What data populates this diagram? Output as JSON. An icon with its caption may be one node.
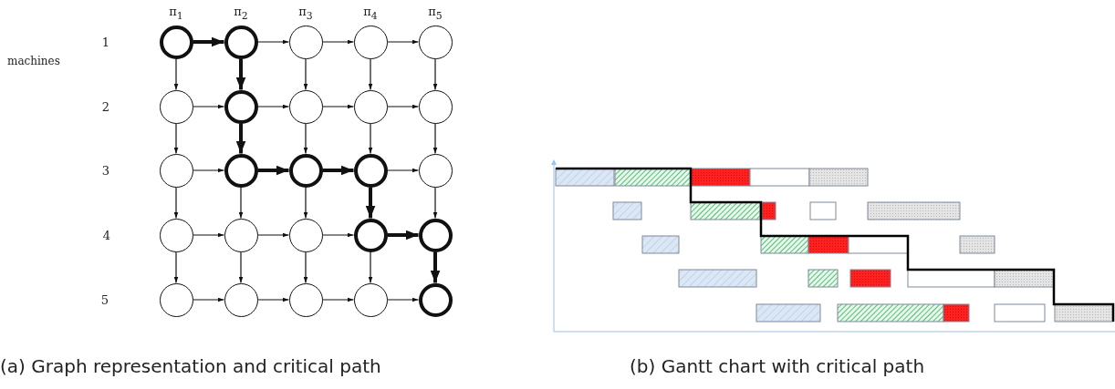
{
  "diagram": {
    "nodes": [
      {
        "text": [],
        "shape": "circle"
      },
      {
        "text": [],
        "shape": "circle"
      },
      {
        "text": [],
        "shape": "circle"
      },
      {
        "text": [],
        "shape": "circle"
      },
      {
        "text": [],
        "shape": "circle"
      },
      {
        "text": [],
        "shape": "circle"
      },
      {
        "text": [],
        "shape": "circle"
      },
      {
        "text": [],
        "shape": "circle"
      },
      {
        "text": [],
        "shape": "circle"
      },
      {
        "text": [],
        "shape": "circle"
      },
      {
        "text": [],
        "shape": "circle"
      },
      {
        "text": [],
        "shape": "circle"
      },
      {
        "text": [],
        "shape": "circle"
      },
      {
        "text": [],
        "shape": "circle"
      },
      {
        "text": [],
        "shape": "circle"
      },
      {
        "text": [],
        "shape": "circle"
      },
      {
        "text": [],
        "shape": "circle"
      },
      {
        "text": [],
        "shape": "circle"
      },
      {
        "text": [],
        "shape": "circle"
      },
      {
        "text": [],
        "shape": "circle"
      },
      {
        "text": [],
        "shape": "circle"
      },
      {
        "text": [],
        "shape": "circle"
      },
      {
        "text": [],
        "shape": "circle"
      },
      {
        "text": [],
        "shape": "circle"
      },
      {
        "text": [],
        "shape": "circle"
      }
    ],
    "edges": [
      {
        "from": 0,
        "to": 1,
        "arrow": "to",
        "style": "thick"
      },
      {
        "from": 0,
        "to": 5,
        "arrow": "to"
      },
      {
        "from": 1,
        "to": 2,
        "arrow": "to"
      },
      {
        "from": 1,
        "to": 6,
        "arrow": "to",
        "style": "thick"
      },
      {
        "from": 2,
        "to": 3,
        "arrow": "to"
      },
      {
        "from": 2,
        "to": 7,
        "arrow": "to"
      },
      {
        "from": 3,
        "to": 4,
        "arrow": "to"
      },
      {
        "from": 3,
        "to": 8,
        "arrow": "to"
      },
      {
        "from": 4,
        "to": 9,
        "arrow": "to"
      },
      {
        "from": 5,
        "to": 6,
        "arrow": "to"
      },
      {
        "from": 5,
        "to": 10,
        "arrow": "to"
      },
      {
        "from": 6,
        "to": 7,
        "arrow": "to"
      },
      {
        "from": 6,
        "to": 11,
        "arrow": "to",
        "style": "thick"
      },
      {
        "from": 7,
        "to": 8,
        "arrow": "to"
      },
      {
        "from": 7,
        "to": 12,
        "arrow": "to"
      },
      {
        "from": 8,
        "to": 9,
        "arrow": "to"
      },
      {
        "from": 8,
        "to": 13,
        "arrow": "to"
      },
      {
        "from": 9,
        "to": 14,
        "arrow": "to"
      },
      {
        "from": 10,
        "to": 11,
        "arrow": "to"
      },
      {
        "from": 10,
        "to": 15,
        "arrow": "to"
      },
      {
        "from": 11,
        "to": 12,
        "arrow": "to",
        "style": "thick"
      },
      {
        "from": 11,
        "to": 16,
        "arrow": "to"
      },
      {
        "from": 12,
        "to": 13,
        "arrow": "to",
        "style": "thick"
      },
      {
        "from": 12,
        "to": 17,
        "arrow": "to"
      },
      {
        "from": 13,
        "to": 14,
        "arrow": "to"
      },
      {
        "from": 13,
        "to": 18,
        "arrow": "to",
        "style": "thick"
      },
      {
        "from": 14,
        "to": 19,
        "arrow": "to"
      },
      {
        "from": 15,
        "to": 16,
        "arrow": "to"
      },
      {
        "from": 15,
        "to": 20,
        "arrow": "to"
      },
      {
        "from": 16,
        "to": 17,
        "arrow": "to"
      },
      {
        "from": 16,
        "to": 21,
        "arrow": "to"
      },
      {
        "from": 17,
        "to": 18,
        "arrow": "to"
      },
      {
        "from": 17,
        "to": 22,
        "arrow": "to"
      },
      {
        "from": 18,
        "to": 19,
        "arrow": "to",
        "style": "thick"
      },
      {
        "from": 18,
        "to": 23,
        "arrow": "to"
      },
      {
        "from": 19,
        "to": 24,
        "arrow": "to",
        "style": "thick"
      },
      {
        "from": 20,
        "to": 21,
        "arrow": "to"
      },
      {
        "from": 21,
        "to": 22,
        "arrow": "to"
      },
      {
        "from": 22,
        "to": 23,
        "arrow": "to"
      },
      {
        "from": 23,
        "to": 24,
        "arrow": "to"
      }
    ],
    "labels": [
      "π$_{1}$",
      "π$_{2}$",
      "π$_{3}$",
      "π$_{4}$",
      "π$_{5}$",
      "1",
      "machines",
      "2",
      "3",
      "4",
      "5",
      "(a) Graph representation and critical path",
      "(b) Gantt chart with critical path"
    ]
  }
}
